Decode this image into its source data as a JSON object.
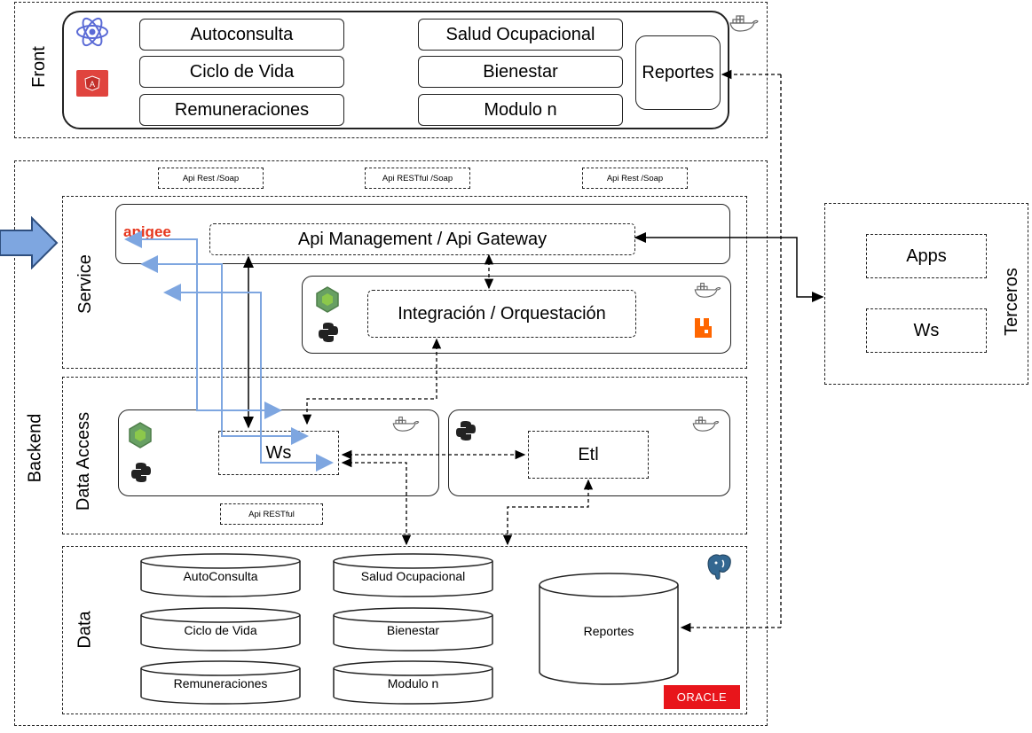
{
  "front": {
    "section_label": "Front",
    "modules": [
      "Autoconsulta",
      "Ciclo de Vida",
      "Remuneraciones",
      "Salud Ocupacional",
      "Bienestar",
      "Modulo n"
    ],
    "reportes": "Reportes",
    "icons": [
      "react-icon",
      "angular-icon",
      "docker-icon"
    ]
  },
  "backend": {
    "section_label": "Backend",
    "api_labels": [
      "Api Rest /Soap",
      "Api RESTful /Soap",
      "Api Rest /Soap"
    ],
    "service": {
      "label": "Service",
      "apigee": "apigee",
      "gateway": "Api Management / Api Gateway",
      "integration": "Integración / Orquestación"
    },
    "data_access": {
      "label": "Data Access",
      "ws": "Ws",
      "etl": "Etl",
      "api_restful": "Api RESTful"
    },
    "data": {
      "label": "Data",
      "databases": [
        "AutoConsulta",
        "Ciclo de Vida",
        "Remuneraciones",
        "Salud Ocupacional",
        "Bienestar",
        "Modulo n"
      ],
      "reportes": "Reportes",
      "oracle": "ORACLE"
    }
  },
  "terceros": {
    "label": "Terceros",
    "items": [
      "Apps",
      "Ws"
    ]
  },
  "colors": {
    "arrow_blue": "#7ea6e0",
    "big_arrow_fill": "#7ea6e0",
    "oracle_red": "#e8151b",
    "apigee_red": "#e6361d",
    "rabbit_orange": "#ff6600",
    "node_green": "#68a063",
    "python_dark": "#222222"
  }
}
